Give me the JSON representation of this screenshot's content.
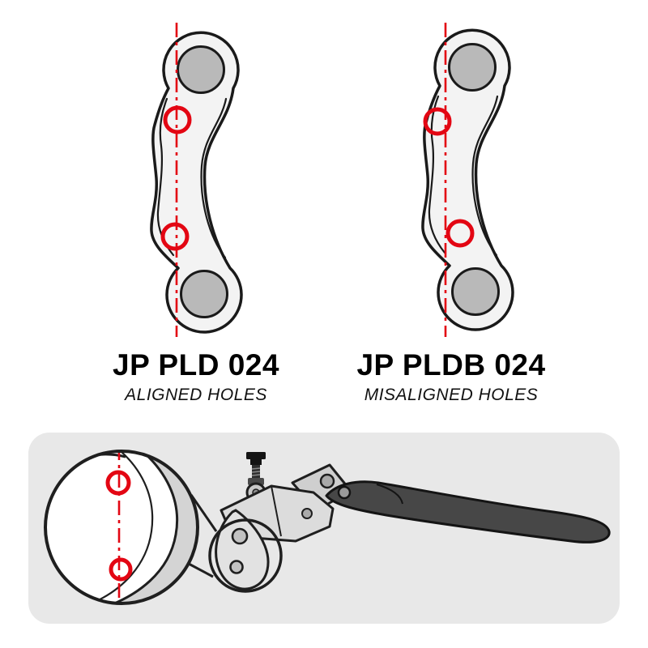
{
  "products": [
    {
      "name": "JP PLD 024",
      "subtitle": "ALIGNED HOLES",
      "alignment": "aligned"
    },
    {
      "name": "JP PLDB 024",
      "subtitle": "MISALIGNED HOLES",
      "alignment": "misaligned"
    }
  ],
  "colors": {
    "accent_red": "#e30613",
    "outline_dark": "#1a1a1a",
    "plate_fill": "#f3f3f3",
    "boss_gray": "#b9b9b9",
    "panel_background": "#e8e8e8",
    "lever_dark": "#474747",
    "metal_light": "#dcdcdc",
    "page_background": "#ffffff"
  }
}
